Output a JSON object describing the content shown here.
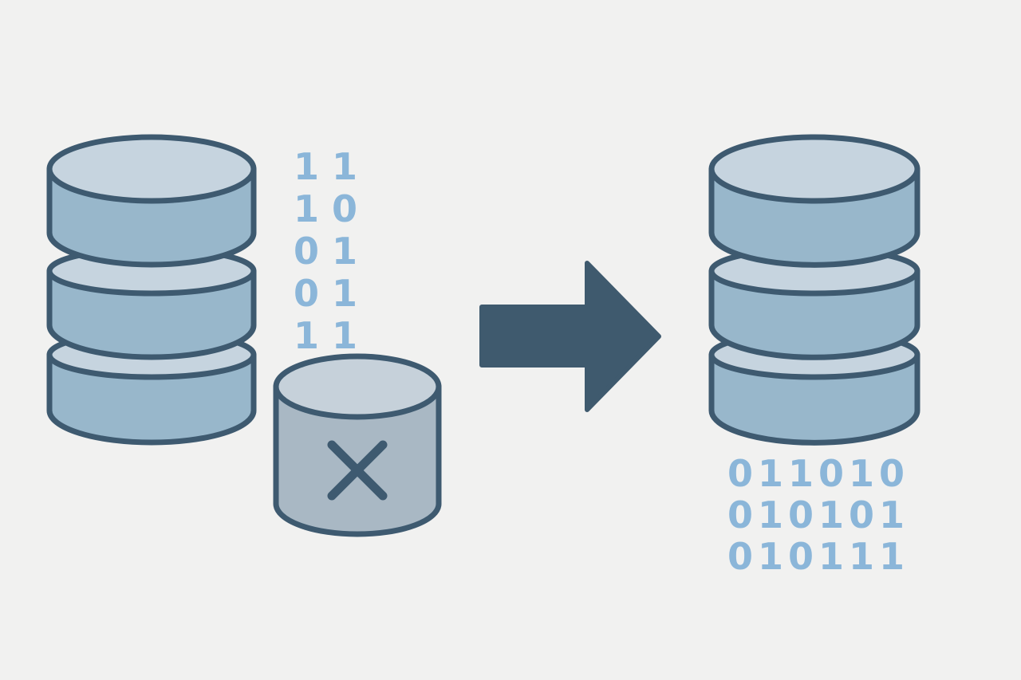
{
  "colors": {
    "background": "#f1f1f0",
    "outline": "#3e5a70",
    "disk_top": "#c6d4df",
    "disk_body": "#98b7cb",
    "failed_body": "#a9b8c4",
    "failed_top": "#c6d1da",
    "arrow": "#3f5a6e",
    "bits": "#8bb6d9"
  },
  "source_database": {
    "icon": "database-stack-icon"
  },
  "failed_disk": {
    "icon": "failed-disk-icon",
    "mark": "x-mark-icon",
    "bit_rows": [
      "1 1",
      "1 0",
      "0 1",
      "0 1",
      "1 1"
    ]
  },
  "arrow": {
    "icon": "right-arrow-icon"
  },
  "target_database": {
    "icon": "database-stack-icon",
    "bit_rows": [
      "011010",
      "010101",
      "010111"
    ]
  }
}
